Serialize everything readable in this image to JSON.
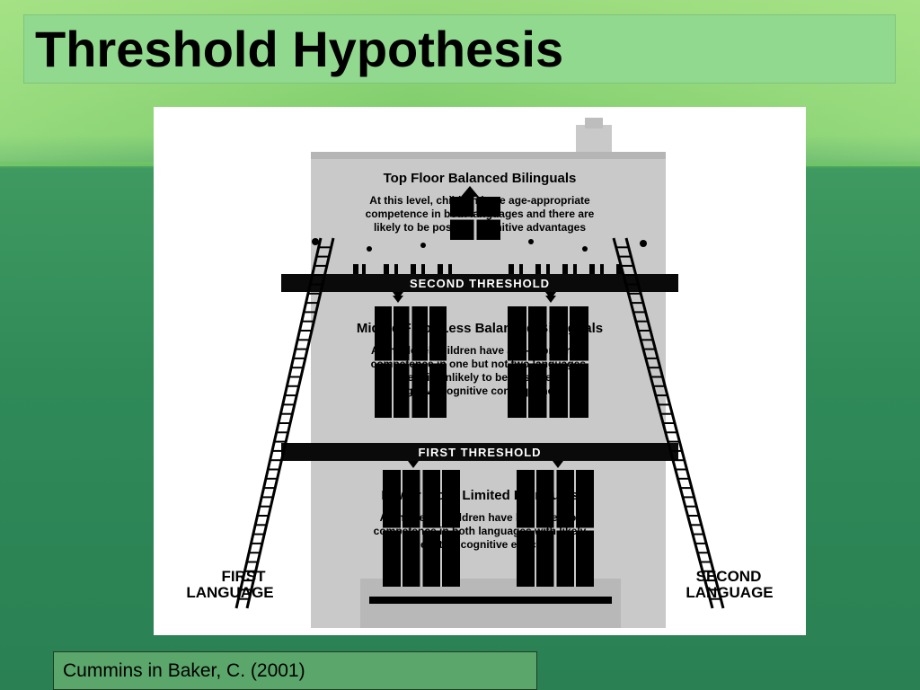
{
  "slide": {
    "title": "Threshold Hypothesis",
    "caption": "Cummins in Baker, C. (2001)",
    "colors": {
      "title_bar": "#91d98e",
      "caption_box": "#5ba66a",
      "building": "#c9c9c9",
      "band": "#0a0a0a"
    }
  },
  "diagram": {
    "top_floor": {
      "heading": "Top Floor    Balanced Bilinguals",
      "lines": [
        "At this level, children have age-appropriate",
        "competence in both languages and there are",
        "likely to be positive cognitive advantages"
      ]
    },
    "second_threshold": "SECOND THRESHOLD",
    "middle_floor": {
      "heading": "Middle Floor    Less Balanced Bilinguals",
      "lines": [
        "At this level children have age-appropriate",
        "competence in one but not two languages.",
        "There is unlikely to be positive or",
        "negative cognitive consequences"
      ]
    },
    "first_threshold": "FIRST THRESHOLD",
    "lower_floor": {
      "heading": "Lower Floor    Limited Bilinguals",
      "lines": [
        "At this level children have low levels of",
        "competence in both languages with likely",
        "negative cognitive effects"
      ]
    },
    "left_ladder": [
      "FIRST",
      "LANGUAGE"
    ],
    "right_ladder": [
      "SECOND",
      "LANGUAGE"
    ]
  }
}
